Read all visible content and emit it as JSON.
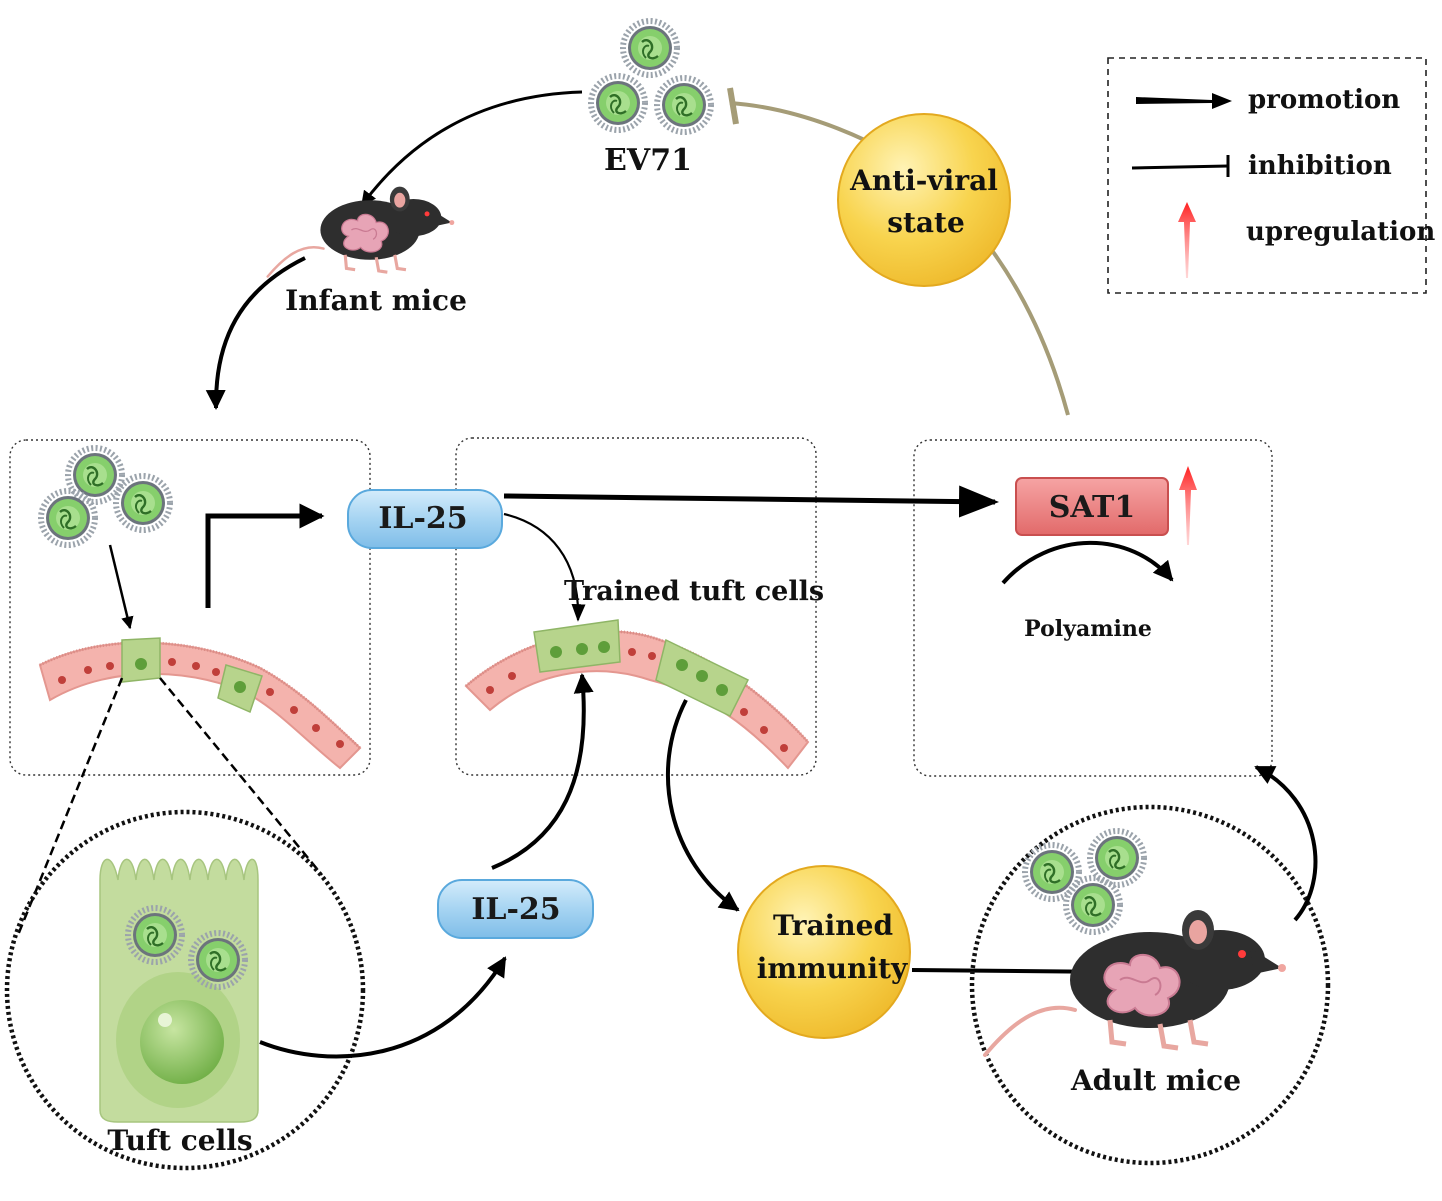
{
  "labels": {
    "virus": "EV71",
    "infant_mice": "Infant mice",
    "adult_mice": "Adult mice",
    "tuft_cells": "Tuft cells",
    "trained_tuft_cells": "Trained tuft cells",
    "il25_top": "IL-25",
    "il25_bottom": "IL-25",
    "sat1": "SAT1",
    "polyamine": "Polyamine",
    "antiviral_line1": "Anti-viral",
    "antiviral_line2": "state",
    "trained_line1": "Trained",
    "trained_line2": "immunity"
  },
  "legend": {
    "promotion": "promotion",
    "inhibition": "inhibition",
    "upregulation": "upregulation"
  },
  "colors": {
    "pill_fill": "#a6d4f2",
    "pill_stroke": "#5aa9dd",
    "sat1_fill": "#ee7f7f",
    "sat1_stroke": "#c94f4f",
    "state_circle": "#f7cf45",
    "state_circle_light": "#fbe58a",
    "inhibition_line": "#a59c77",
    "upregulation_arrow": "#e11414",
    "epithelium": "#f4b3ad",
    "tuft_green": "#b7d48c",
    "virus_green": "#7dc868"
  },
  "icons": [
    "virus-icon",
    "mouse-icon",
    "tuft-cell-icon",
    "epithelium-icon"
  ]
}
